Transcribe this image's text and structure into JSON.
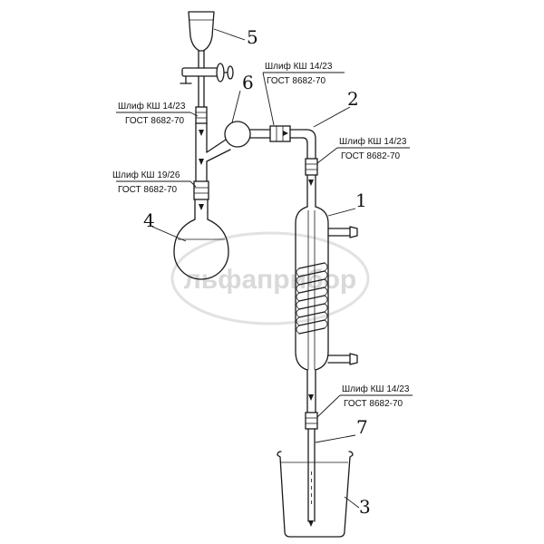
{
  "watermark": "льфаприбор",
  "parts": [
    {
      "id": "1",
      "label": "1"
    },
    {
      "id": "2",
      "label": "2"
    },
    {
      "id": "3",
      "label": "3"
    },
    {
      "id": "4",
      "label": "4"
    },
    {
      "id": "5",
      "label": "5"
    },
    {
      "id": "6",
      "label": "6"
    },
    {
      "id": "7",
      "label": "7"
    }
  ],
  "joints": [
    {
      "line1": "Шлиф КШ 14/23",
      "line2": "ГОСТ 8682-70"
    },
    {
      "line1": "Шлиф КШ 14/23",
      "line2": "ГОСТ 8682-70"
    },
    {
      "line1": "Шлиф КШ 19/26",
      "line2": "ГОСТ 8682-70"
    },
    {
      "line1": "Шлиф КШ 14/23",
      "line2": "ГОСТ 8682-70"
    },
    {
      "line1": "Шлиф КШ 14/23",
      "line2": "ГОСТ 8682-70"
    }
  ],
  "colors": {
    "line": "#1a1a1a",
    "watermark": "#d9d9d9",
    "background": "#ffffff"
  }
}
